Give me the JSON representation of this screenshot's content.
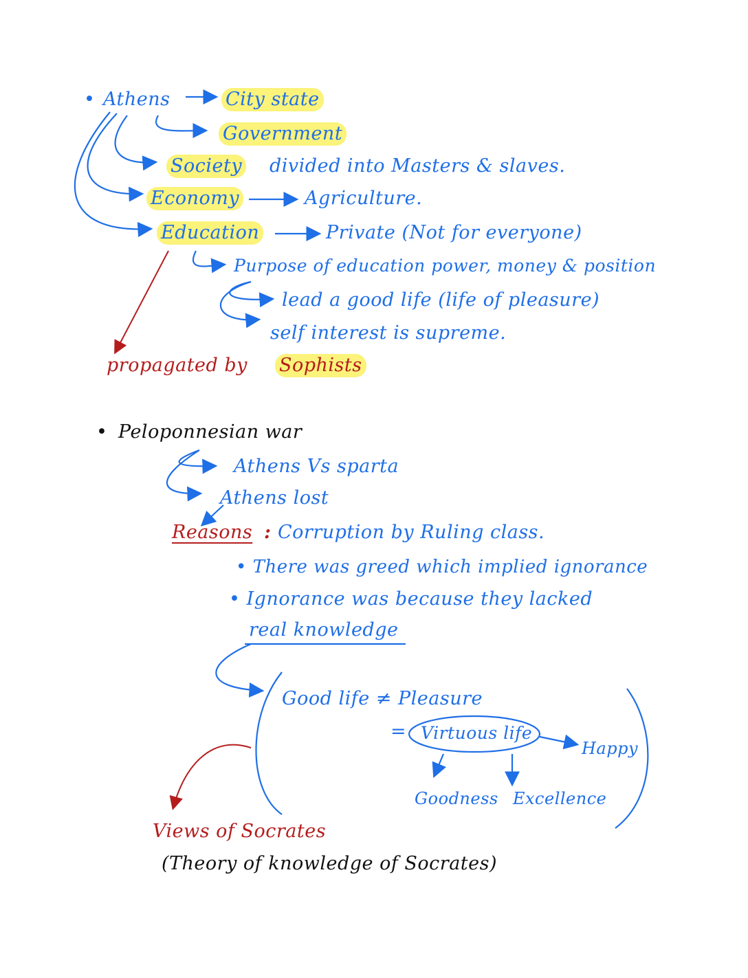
{
  "section1": {
    "bullet": "•",
    "topic": "Athens",
    "items": {
      "city_state": "City state",
      "government": "Government",
      "society": "Society",
      "society_detail": "divided into Masters & slaves.",
      "economy": "Economy",
      "economy_detail": "Agriculture.",
      "education": "Education",
      "education_detail": "Private (Not for everyone)",
      "purpose": "Purpose of education power, money & position",
      "good_life": "lead a good life (life of pleasure)",
      "self_interest": "self interest is supreme.",
      "propagated": "propagated by",
      "sophists": "Sophists"
    }
  },
  "section2": {
    "bullet": "•",
    "topic": "Peloponnesian war",
    "athens_vs_sparta": "Athens Vs sparta",
    "athens_lost": "Athens lost",
    "reasons_label": "Reasons",
    "reasons_colon": ":",
    "reason_main": "Corruption by Ruling class.",
    "point1": "• There was greed which implied ignorance",
    "point2": "• Ignorance was because they lacked",
    "real_knowledge": "real knowledge",
    "good_life_neq": "Good life ≠ Pleasure",
    "equals": "=",
    "virtuous_life": "Virtuous life",
    "happy": "Happy",
    "goodness": "Goodness",
    "excellence": "Excellence",
    "views": "Views of Socrates",
    "theory": "(Theory of knowledge of Socrates)"
  },
  "colors": {
    "blue": "#1f6fe6",
    "red": "#b51d1d",
    "black": "#111111",
    "highlight": "#fbf37a"
  }
}
